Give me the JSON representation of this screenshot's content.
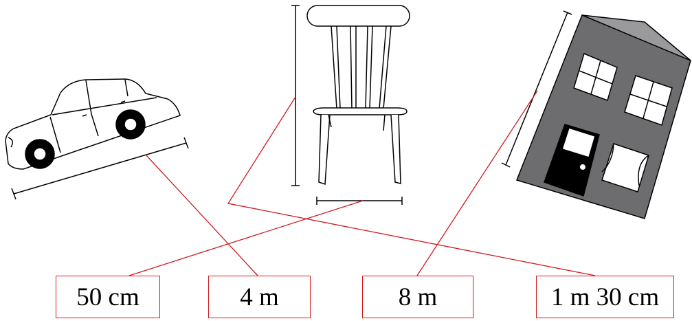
{
  "labels": [
    "50 cm",
    "4 m",
    "8 m",
    "1 m 30 cm"
  ],
  "objects": [
    "car",
    "chair",
    "building"
  ],
  "colors": {
    "line": "#d0191e",
    "building_wall": "#6d6d6f",
    "building_roof": "#9a9a9c",
    "ink": "#000000"
  }
}
